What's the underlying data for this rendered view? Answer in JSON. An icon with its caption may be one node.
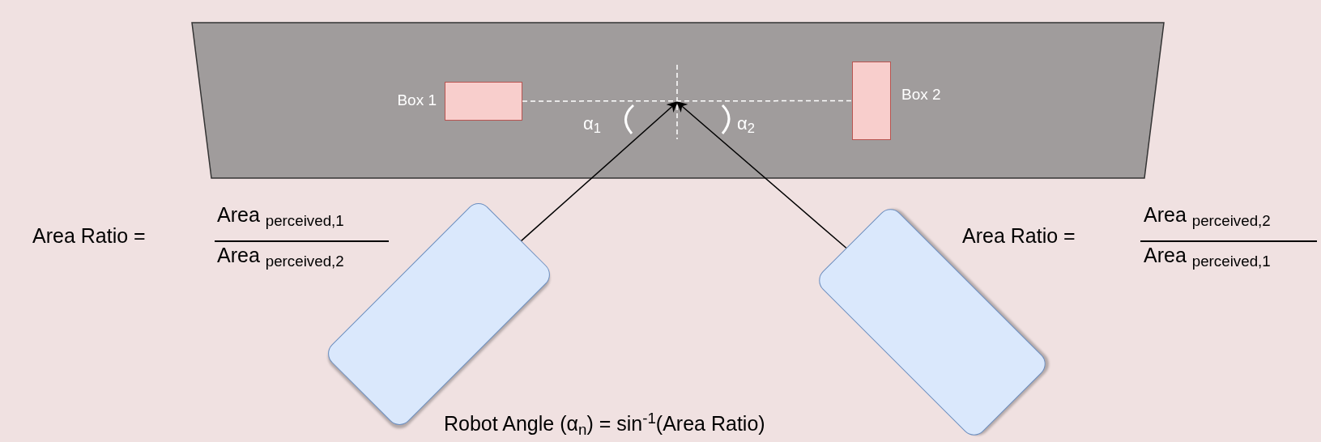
{
  "diagram": {
    "nodes": [
      {
        "text": [],
        "shape": "trapezoid"
      },
      {
        "text": [],
        "shape": "box",
        "in": 0,
        "beside": [
          "Box 1"
        ]
      },
      {
        "text": [],
        "shape": "box",
        "in": 0,
        "beside": [
          "Box 2"
        ]
      },
      {
        "text": [],
        "shape": "box"
      },
      {
        "text": [],
        "shape": "box"
      }
    ],
    "edges": [
      {
        "from": 3,
        "to": null,
        "arrow": "to"
      },
      {
        "from": 4,
        "to": null,
        "arrow": "to"
      },
      {
        "from": 1,
        "to": 2,
        "arrow": "none",
        "style": "dashed",
        "color": "#ffffff"
      }
    ],
    "labels": [
      "α$_{1}$",
      "α$_{2}$",
      "Area Ratio =",
      "Area $_{perceived,1}$",
      "Area $_{perceived,2}$",
      "Area Ratio =",
      "Area $_{perceived,2}$",
      "Area $_{perceived,1}$",
      "Robot Angle (α$_{n}$) = sin$^{-1}$(Area Ratio)"
    ]
  }
}
